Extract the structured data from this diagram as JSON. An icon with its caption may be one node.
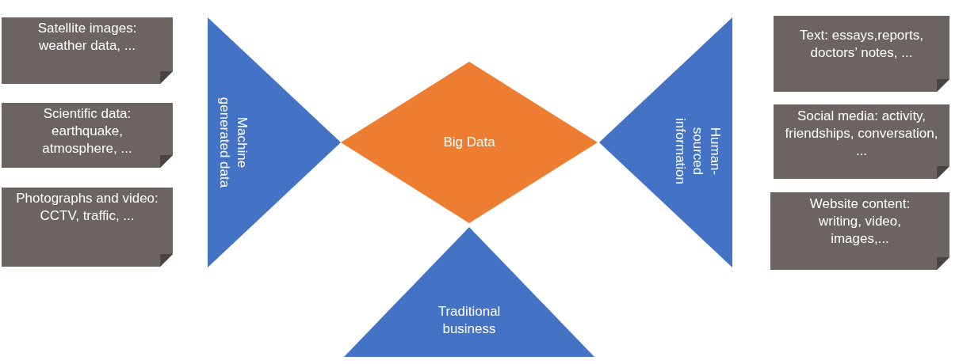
{
  "diagram": {
    "nodes": [
      {
        "text": [
          "Satellite images: weather data, ..."
        ]
      },
      {
        "text": [
          "Scientific data: earthquake, atmosphere, ..."
        ]
      },
      {
        "text": [
          "Photographs and video: CCTV, traffic, ..."
        ]
      },
      {
        "text": [
          "Machine generated data"
        ]
      },
      {
        "text": [
          "Big Data"
        ]
      },
      {
        "text": [
          "Human-sourced information"
        ]
      },
      {
        "text": [
          "Text: essays,reports, doctors’ notes, ..."
        ]
      },
      {
        "text": [
          "Social media: activity, friendships, conversation, ..."
        ]
      },
      {
        "text": [
          "Website content: writing, video, images,..."
        ]
      },
      {
        "text": [
          "Traditional business"
        ]
      }
    ],
    "edges": []
  }
}
